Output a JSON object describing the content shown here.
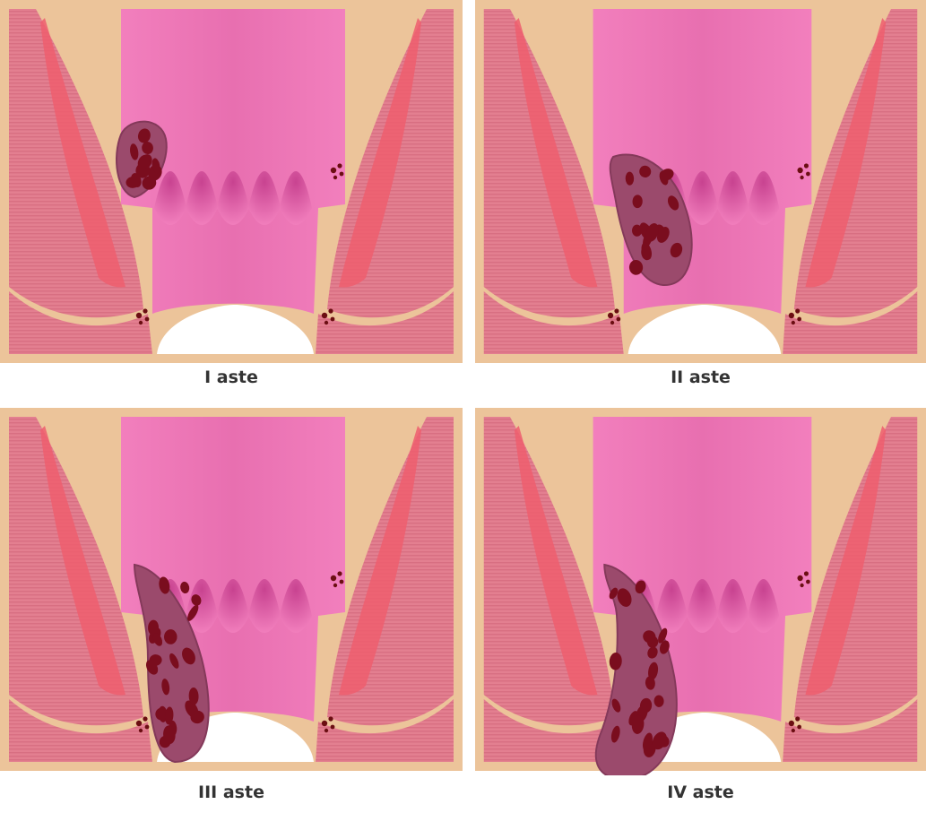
{
  "panels": [
    {
      "label": "I aste",
      "grade": 1
    },
    {
      "label": "II aste",
      "grade": 2
    },
    {
      "label": "III aste",
      "grade": 3
    },
    {
      "label": "IV aste",
      "grade": 4
    }
  ],
  "colors": {
    "lumen": "#f27fbd",
    "lumen_stripe": "#e86fb0",
    "fat": "#ecc49a",
    "muscle": "#e37f90",
    "muscle_line": "#d86f82",
    "muscle_dark": "#ef5e6e",
    "hemorrhoid": "#9b4a6c",
    "hemorrhoid_clot": "#7a0d1e",
    "dots": "#6b0e12",
    "caption": "#333333"
  }
}
